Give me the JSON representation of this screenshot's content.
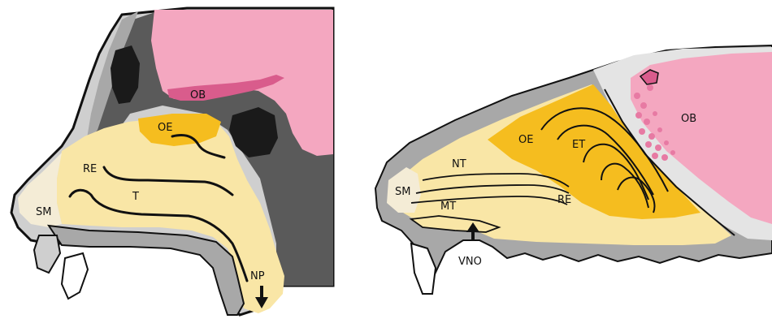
{
  "colors": {
    "background": "#ffffff",
    "bone_dark": "#5a5a5a",
    "bone_light": "#a8a8a8",
    "bone_pale": "#cfcfcf",
    "brain": "#f4a7c0",
    "olfactory_bulb": "#d95c8c",
    "olfactory_bulb_glomeruli": "#e77aa3",
    "olfactory_epithelium": "#f5bd1f",
    "nasal_cavity": "#f9e6a6",
    "skin": "#f4ecd6",
    "tooth": "#ffffff",
    "outline": "#111111"
  },
  "human": {
    "labels": {
      "ob": "OB",
      "oe": "OE",
      "re": "RE",
      "t": "T",
      "sm": "SM",
      "np": "NP"
    }
  },
  "animal": {
    "labels": {
      "ob": "OB",
      "oe": "OE",
      "et": "ET",
      "nt": "NT",
      "mt": "MT",
      "re": "RE",
      "sm": "SM",
      "vno": "VNO"
    }
  }
}
